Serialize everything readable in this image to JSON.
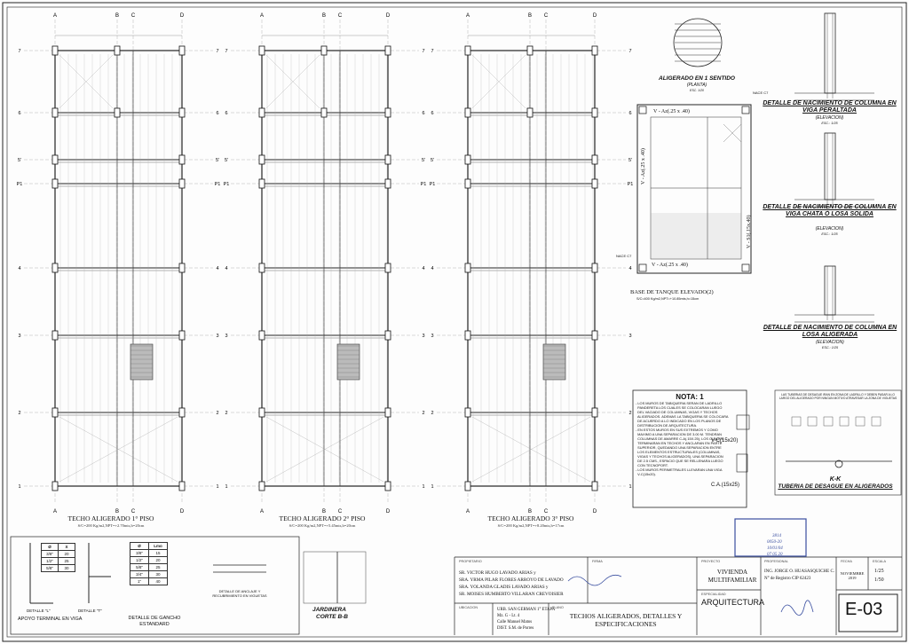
{
  "plans": [
    {
      "title": "TECHO ALIGERADO 1° PISO",
      "sub": "S/C=200 Kg/m2,NPT=+2.70mts,h=20cm"
    },
    {
      "title": "TECHO ALIGERADO 2° PISO",
      "sub": "S/C=200 Kg/m2,NPT=+5.45mts,h=20cm"
    },
    {
      "title": "TECHO ALIGERADO 3° PISO",
      "sub": "S/C=200 Kg/m2,NPT=+8.20mts,h=17cm"
    }
  ],
  "axes": {
    "cols": [
      "A",
      "B",
      "C",
      "D"
    ],
    "rows": [
      "7",
      "6",
      "5'",
      "P1",
      "4",
      "3",
      "2",
      "1"
    ]
  },
  "details": {
    "aligerado_title": "ALIGERADO EN 1 SENTIDO",
    "aligerado_sub": "(PLANTA)",
    "aligerado_scale": "ESC. 1/20",
    "nac1_title": "DETALLE DE NACIMIENTO DE COLUMNA EN VIGA PERALTADA",
    "nac1_sub": "(ELEVACION)",
    "nac1_scale": "ESC.: 1/25",
    "nac2_title": "DETALLE DE NACIMIENTO DE COLUMNA EN VIGA CHATA Ó LOSA SOLIDA",
    "nac2_sub": "(ELEVACION)",
    "nac2_scale": "ESC.: 1/25",
    "nac3_title": "DETALLE DE NACIMIENTO DE COLUMNA EN LOSA ALIGERADA",
    "nac3_sub": "(ELEVACION)",
    "nac3_scale": "ESC.: 1/25",
    "tanque_title": "BASE DE TANQUE ELEVADO(2)",
    "tanque_sub": "S/C=400 Kg/m2,NPT=+10.85mts,h=15cm",
    "va1": "V - Az(.25 x .40)",
    "va2": "V - Az(.25 x .40)",
    "va3": "V - Az(.25 x .40)",
    "vs": "V - S1(.15x.40)",
    "nace1": "NACE C7",
    "nace2": "NACE C7",
    "vc": "V-C(15x20)",
    "ca": "C.A.(15x25)",
    "kk_title": "K-K",
    "kk_sub": "TUBERIA DE DESAGUE EN ALIGERADOS",
    "apoyo": "APOYO TERMINAL EN VIGA",
    "det_l": "DETALLE \"L\"",
    "det_t": "DETALLE \"T\"",
    "gancho": "DETALLE DE GANCHO ESTANDARD",
    "anclaje": "DETALLE DE ANCLAJE Y RECUBRIMIENTO EN VIGUETAS",
    "jardinera": "JARDINERA",
    "corte": "CORTE B-B"
  },
  "gancho_table": {
    "headers": [
      "Ø",
      "Lmo"
    ],
    "rows": [
      [
        "3/8\"",
        "15"
      ],
      [
        "1/2\"",
        "20"
      ],
      [
        "5/8\"",
        "25"
      ],
      [
        "3/4\"",
        "30"
      ],
      [
        "1\"",
        "40"
      ]
    ]
  },
  "l_table": {
    "headers": [
      "Ø",
      "X"
    ],
    "rows": [
      [
        "3/8\"",
        "20"
      ],
      [
        "1/2\"",
        "25"
      ],
      [
        "5/8\"",
        "30"
      ]
    ]
  },
  "nota": {
    "title": "NOTA: 1",
    "lines": [
      "- LOS MUROS DE TABIQUERIA SERAN DE LADRILLO",
      "  PANDERETA LOS CUALES SE COLOCARAN LUEGO",
      "  DEL VACIADO DE COLUMNAS, VIGAS Y TECHOS",
      "  ALIGERADOS. ADEMAS LA TABIQUERIA SE COLOCARA",
      "  DE ACUERDO A LO INDICADO EN LOS PLANOS DE",
      "  DISTRIBUCION DE ARQUITECTURA.",
      "- EN ESTOS MUROS EN SUS EXTREMOS Y COMO",
      "  MAXIMO A UNA SEPARACION DE 3.00 M. TENDRAN",
      "  COLUMNAS DE AMARRE C-A(.15X.25), LOS CUALES",
      "  TERMINARAN EN TECHOS Y ANCLARAN EN PARTE",
      "  SUPERIOR, QUEDANDO UNA SEPARACION ENTRE",
      "  LOS ELEMENTOS ESTRUCTURALES (COLUMNAS,",
      "  VIGAS Y TECHOS ALIGERADOS), UNA SEPARACION",
      "  DE 2.5 CMS., ESPACIO QUE SE RELLENARA LUEGO",
      "  CON TECNOPORT.",
      "- LOS MUROS PERIMETRALES LLEVARAN UNA VIGA",
      "  V-C(15x20)."
    ]
  },
  "kk_note": "LAS TUBERIAS DE DESAGUE IRAN EN ZONA DE LADRILLO Y DEBEN PASAR A LO LARGO DEL ALIGERADO POR NINGUN MOTIVO ATRAVESAR LA ZONA DE VIGUETAS",
  "titleblock": {
    "propietario_label": "PROPIETARIO",
    "owners": [
      "SR. VICTOR HUGO LAVADO ARIAS  y",
      "SRA. YRMA PILAR FLORES ARROYO DE LAVADO",
      "SRA. YOLANDA GLADIS LAVADO ARIAS  y",
      "SR. MOISES HUMBERTO VILLARAN CREVOISIER"
    ],
    "firma_label": "FIRMA",
    "ubicacion_label": "UBICACION",
    "ubicacion": [
      "URB. SAN GERMAN 1° ETAPA",
      "Mz. G - Lt. 4",
      "Calle Manuel Matos",
      "DIST. S.M. de Porres"
    ],
    "proyecto_label": "PROYECTO",
    "proyecto": "VIVIENDA MULTIFAMILIAR",
    "especialidad_label": "ESPECIALIDAD",
    "especialidad": "ARQUITECTURA",
    "plano_label": "PLANO",
    "plano": "TECHOS ALIGERADOS, DETALLES Y ESPECIFICACIONES",
    "profesional_label": "PROFESIONAL",
    "profesional": "ING. JORGE O. HUASASQUICHE C.",
    "registro": "N° de Registro CIP 62423",
    "fecha_label": "FECHA",
    "fecha": "NOVIEMBRE 2019",
    "escala_label": "ESCALA",
    "escala": [
      "1/25",
      "1/50"
    ],
    "lamina": "E-03",
    "stamp_lines": [
      "3814",
      "0050-20",
      "10/01/04",
      "07 05 20"
    ]
  },
  "colors": {
    "line": "#222222",
    "stamp": "#3a4fa0",
    "hatch": "#555555"
  }
}
